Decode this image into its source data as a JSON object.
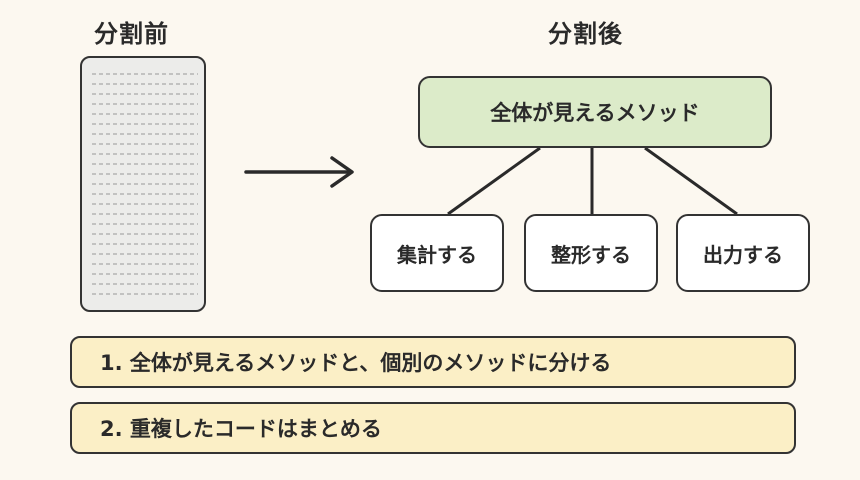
{
  "before": {
    "title": "分割前"
  },
  "after": {
    "title": "分割後",
    "top_method": "全体が見えるメソッド",
    "sub_methods": [
      "集計する",
      "整形する",
      "出力する"
    ]
  },
  "notes": [
    "1. 全体が見えるメソッドと、個別のメソッドに分ける",
    "2. 重複したコードはまとめる"
  ],
  "colors": {
    "top_box": "#dcebc9",
    "note_box": "#fbefc6",
    "doc_fill": "#ececea",
    "background": "#fcf8f0"
  }
}
